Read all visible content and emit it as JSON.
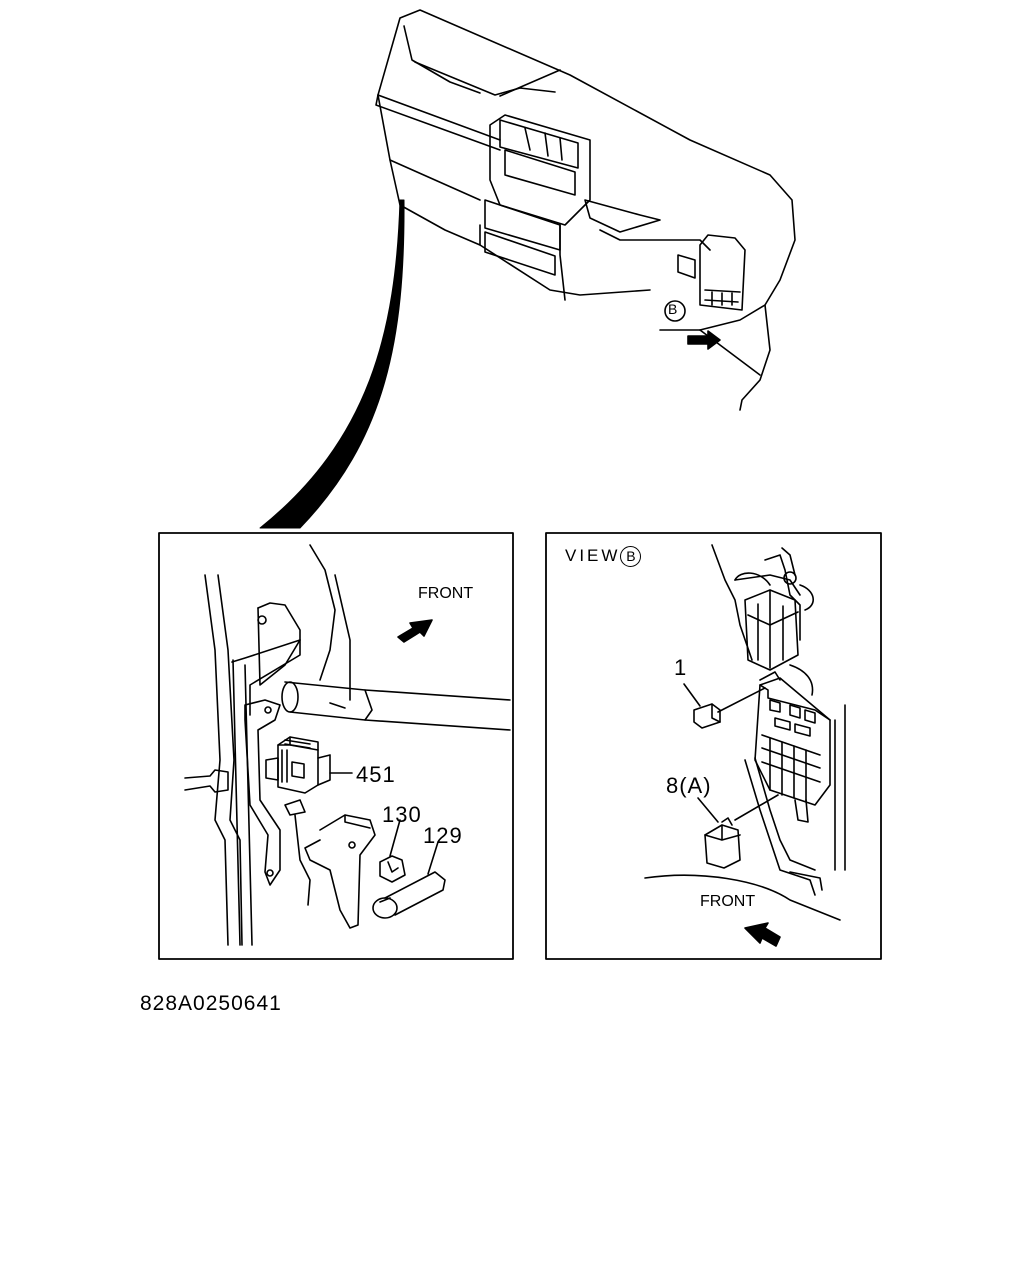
{
  "diagram": {
    "callout_view": "B",
    "left_panel": {
      "front_label": "FRONT",
      "parts": [
        "451",
        "130",
        "129"
      ]
    },
    "right_panel": {
      "title_prefix": "VIEW",
      "title_view": "B",
      "front_label": "FRONT",
      "parts": [
        "1",
        "8(A)"
      ]
    },
    "drawing_code": "828A0250641"
  }
}
